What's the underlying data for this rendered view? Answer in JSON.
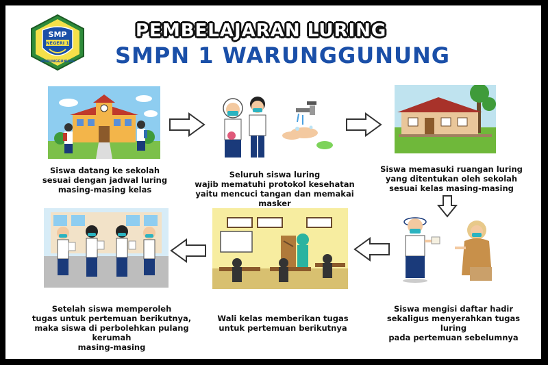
{
  "header": {
    "title_line1": "PEMBELAJARAN LURING",
    "title_line2": "SMPN 1 WARUNGGUNUNG"
  },
  "logo": {
    "top_text": "SMP",
    "middle_text": "NEGERI 1",
    "bottom_text": "WARUNGGUNUNG"
  },
  "steps": [
    {
      "caption": "Siswa datang ke sekolah\nsesuai dengan jadwal luring\nmasing-masing kelas",
      "icon": "school-arrival-scene"
    },
    {
      "caption": "Seluruh siswa luring\nwajib mematuhi protokol kesehatan\nyaitu mencuci tangan dan memakai masker",
      "icon": "handwash-mask-scene"
    },
    {
      "caption": "Siswa memasuki ruangan luring\nyang ditentukan oleh sekolah\nsesuai kelas masing-masing",
      "icon": "classroom-building-scene"
    },
    {
      "caption": "Siswa mengisi daftar hadir\nsekaligus menyerahkan tugas luring\npada pertemuan sebelumnya",
      "icon": "attendance-scene"
    },
    {
      "caption": "Wali kelas memberikan tugas\nuntuk pertemuan berikutnya",
      "icon": "teacher-class-scene"
    },
    {
      "caption": "Setelah siswa memperoleh\ntugas untuk pertemuan berikutnya,\nmaka siswa di perbolehkan pulang kerumah\nmasing-masing",
      "icon": "students-going-home-scene"
    }
  ],
  "colors": {
    "title_blue": "#1a4fa8",
    "frame": "#000000",
    "arrow_fill": "#ffffff",
    "arrow_stroke": "#333333"
  }
}
